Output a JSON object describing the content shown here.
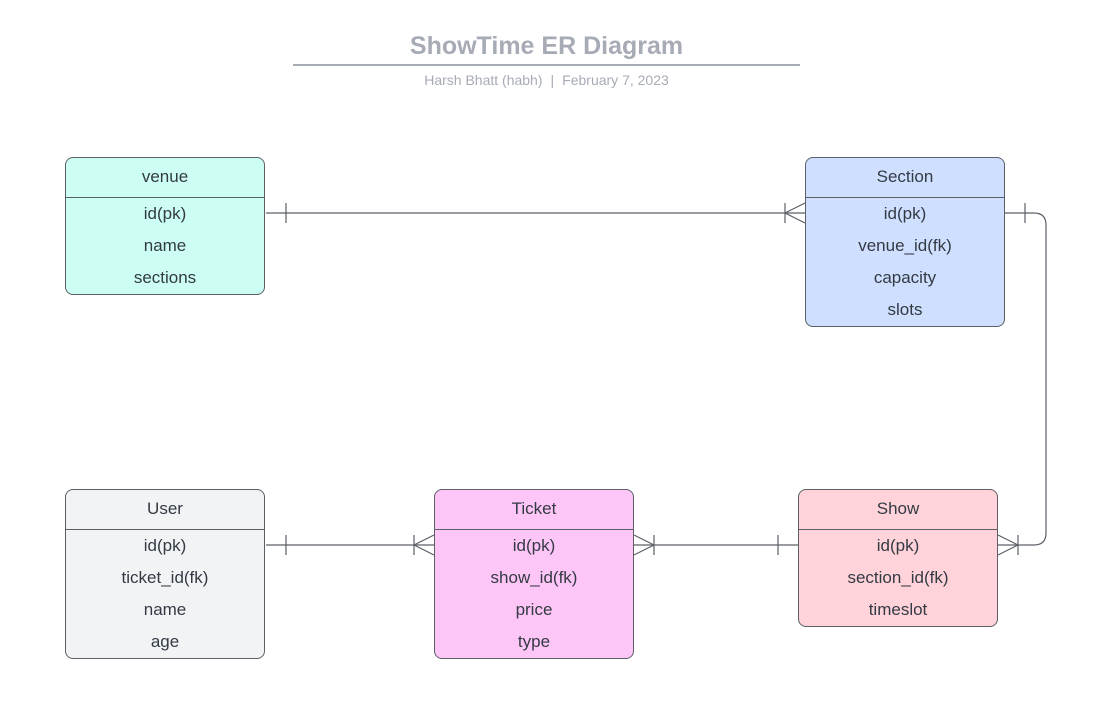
{
  "header": {
    "title": "ShowTime ER Diagram",
    "author": "Harsh Bhatt (habh)",
    "separator": "|",
    "date": "February 7, 2023"
  },
  "colors": {
    "title": "#a6abb5",
    "venue": "#ccfef4",
    "section": "#cfdfff",
    "user": "#f2f3f5",
    "ticket": "#fec6f7",
    "show": "#ffd3d9",
    "line": "#5b5f66"
  },
  "entities": {
    "venue": {
      "name": "venue",
      "fields": [
        "id(pk)",
        "name",
        "sections"
      ]
    },
    "section": {
      "name": "Section",
      "fields": [
        "id(pk)",
        "venue_id(fk)",
        "capacity",
        "slots"
      ]
    },
    "user": {
      "name": "User",
      "fields": [
        "id(pk)",
        "ticket_id(fk)",
        "name",
        "age"
      ]
    },
    "ticket": {
      "name": "Ticket",
      "fields": [
        "id(pk)",
        "show_id(fk)",
        "price",
        "type"
      ]
    },
    "show": {
      "name": "Show",
      "fields": [
        "id(pk)",
        "section_id(fk)",
        "timeslot"
      ]
    }
  },
  "relationships": [
    {
      "from": "venue",
      "from_cardinality": "one",
      "to": "section",
      "to_cardinality": "many"
    },
    {
      "from": "section",
      "from_cardinality": "one",
      "to": "show",
      "to_cardinality": "many"
    },
    {
      "from": "user",
      "from_cardinality": "one",
      "to": "ticket",
      "to_cardinality": "many"
    },
    {
      "from": "ticket",
      "from_cardinality": "many",
      "to": "show",
      "to_cardinality": "one"
    }
  ]
}
